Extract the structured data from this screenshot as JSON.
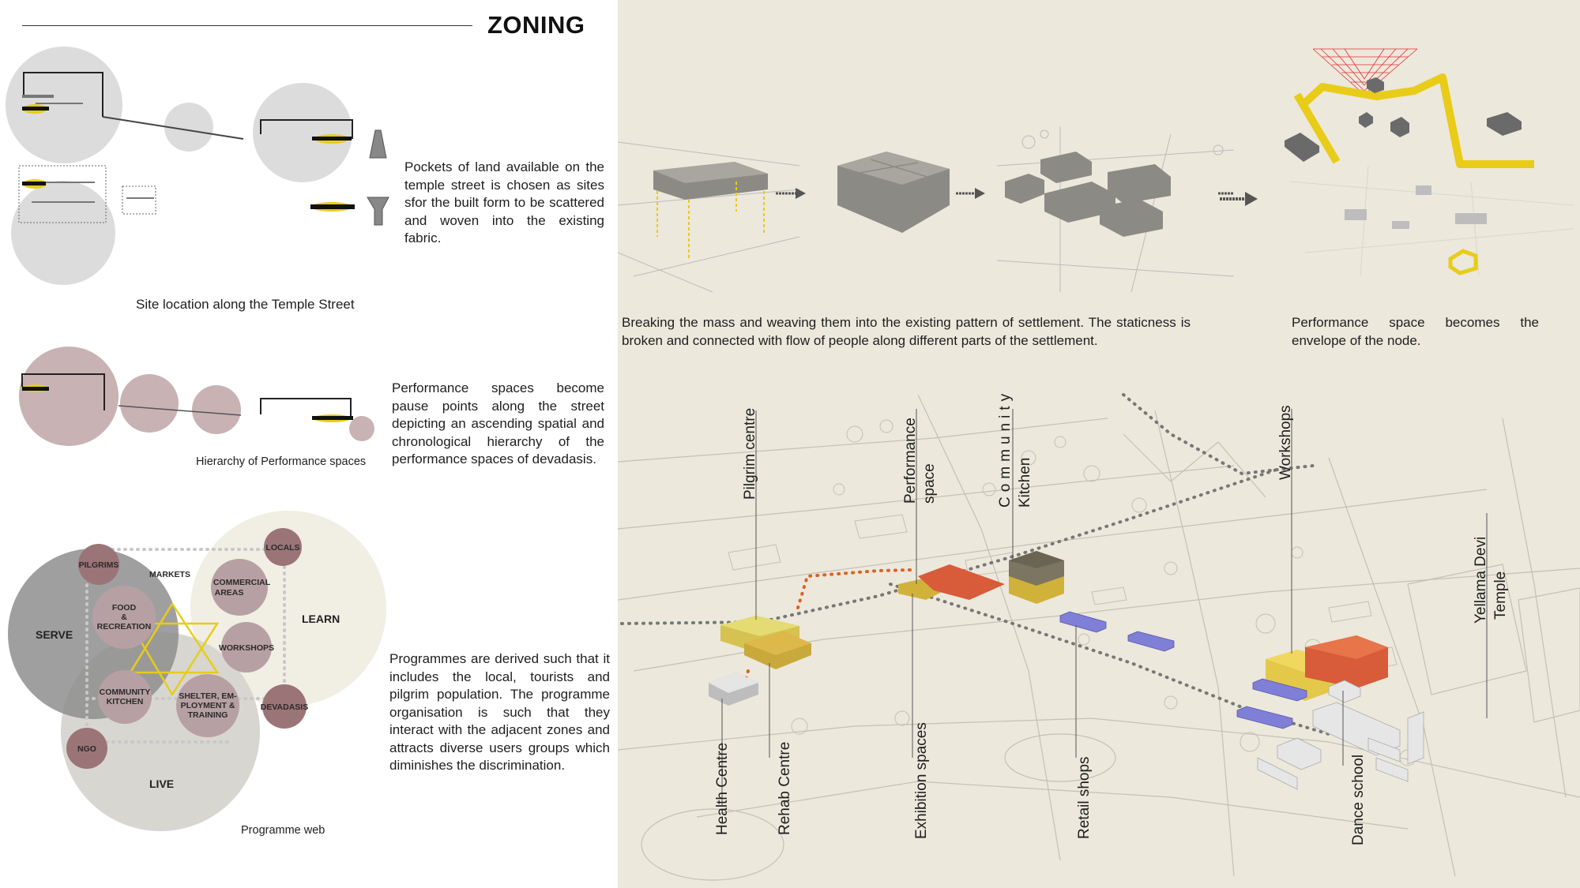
{
  "title": "ZONING",
  "site": {
    "description": "Pockets of land available on the temple street is chosen as sites sfor the built form to be scattered and woven into the existing fabric.",
    "caption": "Site location along the Temple Street"
  },
  "hierarchy": {
    "description": "Performance spaces become pause points along the street depicting an ascending spatial and chronological hierarchy of the performance spaces of devadasis.",
    "caption": "Hierarchy of Performance spaces"
  },
  "programme": {
    "description": "Programmes are derived such that it includes the local, tourists  and pilgrim population. The programme organisation is such that they interact with the adjacent zones and attracts diverse users groups which diminishes the discrimination.",
    "caption": "Programme web",
    "zones": {
      "serve": "SERVE",
      "learn": "LEARN",
      "live": "LIVE"
    },
    "nodes": {
      "pilgrims": "PILGRIMS",
      "markets": "MARKETS",
      "locals": "LOCALS",
      "commercial_1": "COMMERCIAL",
      "commercial_2": "AREAS",
      "food_1": "FOOD",
      "food_2": "&",
      "food_3": "RECREATION",
      "workshops": "WORKSHOPS",
      "community_1": "COMMUNITY",
      "community_2": "KITCHEN",
      "shelter_1": "SHELTER, EM-",
      "shelter_2": "PLOYMENT &",
      "shelter_3": "TRAINING",
      "devadasis": "DEVADASIS",
      "ngo": "NGO"
    }
  },
  "process": {
    "description": "Breaking the mass and weaving them into the existing pattern of settlement. The staticness is broken and connected with flow of people along different parts of the settlement."
  },
  "envelope": {
    "description": "Performance space becomes the envelope of the node."
  },
  "map_labels": {
    "pilgrim_centre": "Pilgrim centre",
    "performance_space_1": "Performance",
    "performance_space_2": "space",
    "community_kitchen_1": "Community",
    "community_kitchen_2": "Kitchen",
    "workshops": "Workshops",
    "yellama_1": "Yellama    Devi",
    "yellama_2": "Temple",
    "health_centre": "Health Centre",
    "rehab_centre": "Rehab Centre",
    "exhibition_spaces": "Exhibition spaces",
    "retail_shops": "Retail shops",
    "dance_school": "Dance school"
  },
  "colors": {
    "panel_bg": "#ece8dc",
    "circle_grey": "#dcdcdc",
    "circle_mauve": "#c9b2b4",
    "node_fill": "#b7a0a4",
    "node_dark": "#9b7478",
    "yellow": "#e8cc18",
    "orange_red": "#d85b3a",
    "blue_block": "#7f7fd8"
  }
}
